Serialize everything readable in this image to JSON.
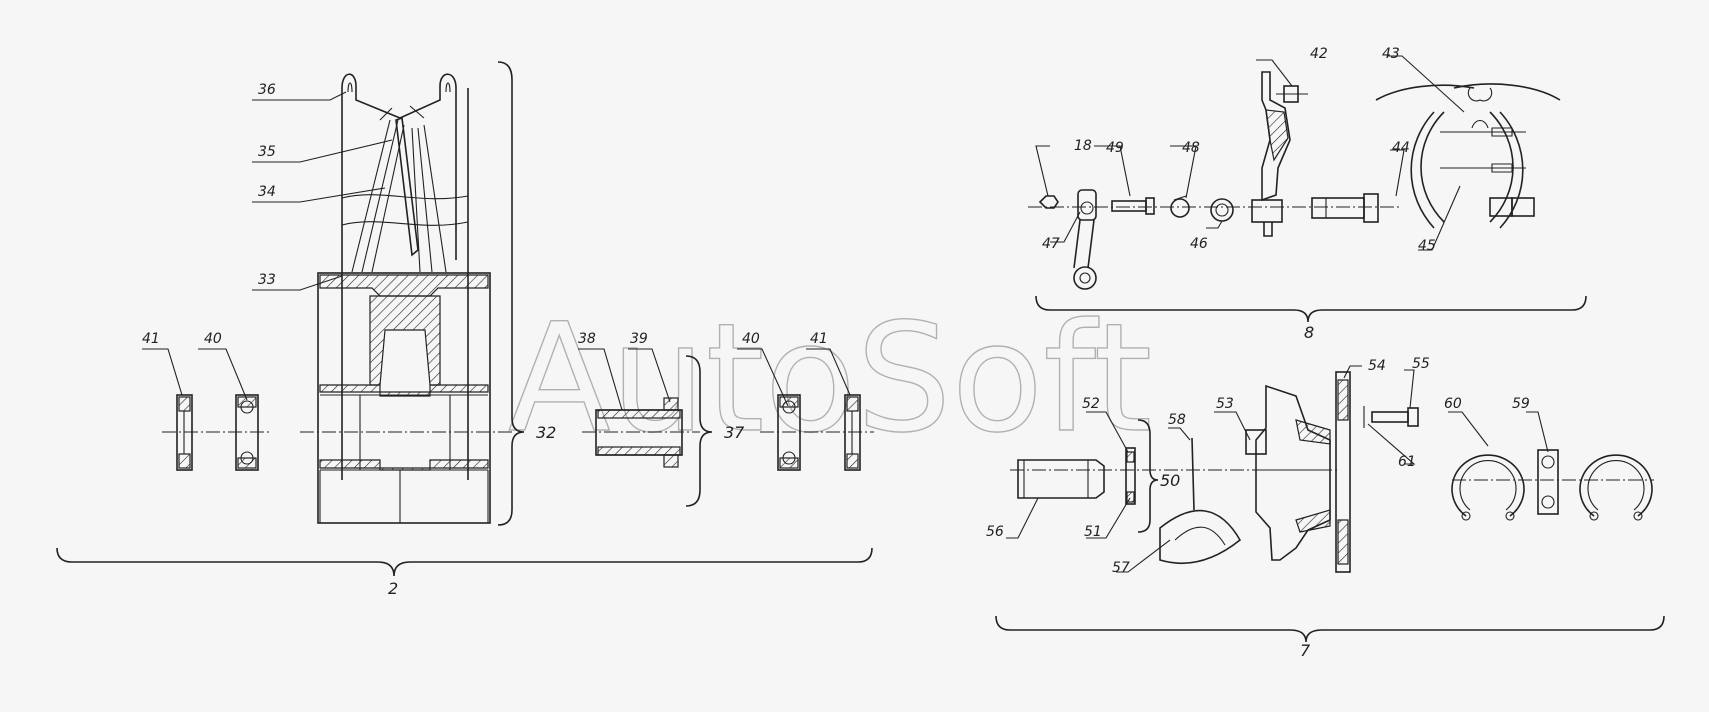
{
  "watermark": "AutoSoft",
  "callouts": {
    "c2": "2",
    "c7": "7",
    "c8": "8",
    "c18": "18",
    "c32": "32",
    "c33": "33",
    "c34": "34",
    "c35": "35",
    "c36": "36",
    "c37": "37",
    "c38": "38",
    "c39": "39",
    "c40a": "40",
    "c40b": "40",
    "c41a": "41",
    "c41b": "41",
    "c42": "42",
    "c43": "43",
    "c44": "44",
    "c45": "45",
    "c46": "46",
    "c47": "47",
    "c48": "48",
    "c49": "49",
    "c50": "50",
    "c51": "51",
    "c52": "52",
    "c53": "53",
    "c54": "54",
    "c55": "55",
    "c56": "56",
    "c57": "57",
    "c58": "58",
    "c59": "59",
    "c60": "60",
    "c61": "61"
  }
}
